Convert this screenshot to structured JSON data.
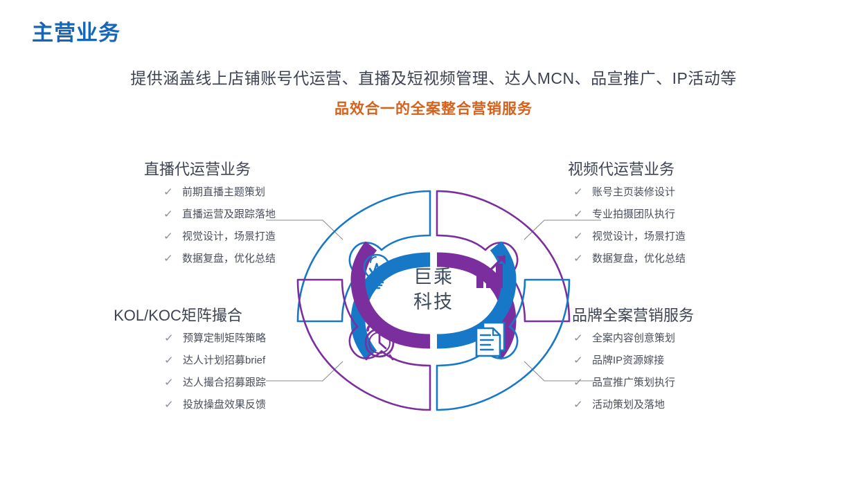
{
  "header": {
    "title": "主营业务",
    "title_color": "#1565b8"
  },
  "subtitle": {
    "line1": "提供涵盖线上店铺账号代运营、直播及短视频管理、达人MCN、品宣推广、IP活动等",
    "line2": "品效合一的全案整合营销服务",
    "line2_color": "#d4621f"
  },
  "diagram": {
    "center_line1": "巨乘",
    "center_line2": "科技",
    "colors": {
      "blue": "#1878c8",
      "purple": "#7b2f9e",
      "connector": "#8a8a8a",
      "center_text": "#3d4a5c"
    },
    "segments": [
      {
        "position": "top-left",
        "icon": "lightbulb-idea-icon",
        "color": "#1878c8"
      },
      {
        "position": "top-right",
        "icon": "bar-chart-growth-icon",
        "color": "#7b2f9e"
      },
      {
        "position": "bottom-left",
        "icon": "alarm-clock-icon",
        "color": "#7b2f9e"
      },
      {
        "position": "bottom-right",
        "icon": "documents-icon",
        "color": "#1878c8"
      }
    ]
  },
  "quadrants": {
    "top_left": {
      "heading": "直播代运营业务",
      "items": [
        "前期直播主题策划",
        "直播运营及跟踪落地",
        "视觉设计，场景打造",
        "数据复盘，优化总结"
      ]
    },
    "top_right": {
      "heading": "视频代运营业务",
      "items": [
        "账号主页装修设计",
        "专业拍摄团队执行",
        "视觉设计，场景打造",
        "数据复盘，优化总结"
      ]
    },
    "bottom_left": {
      "heading": "KOL/KOC矩阵撮合",
      "items": [
        "预算定制矩阵策略",
        "达人计划招募brief",
        "达人撮合招募跟踪",
        "投放操盘效果反馈"
      ]
    },
    "bottom_right": {
      "heading": "品牌全案营销服务",
      "items": [
        "全案内容创意策划",
        "品牌IP资源嫁接",
        "品宣推广策划执行",
        "活动策划及落地"
      ]
    }
  },
  "icons": {
    "check": "✓"
  }
}
